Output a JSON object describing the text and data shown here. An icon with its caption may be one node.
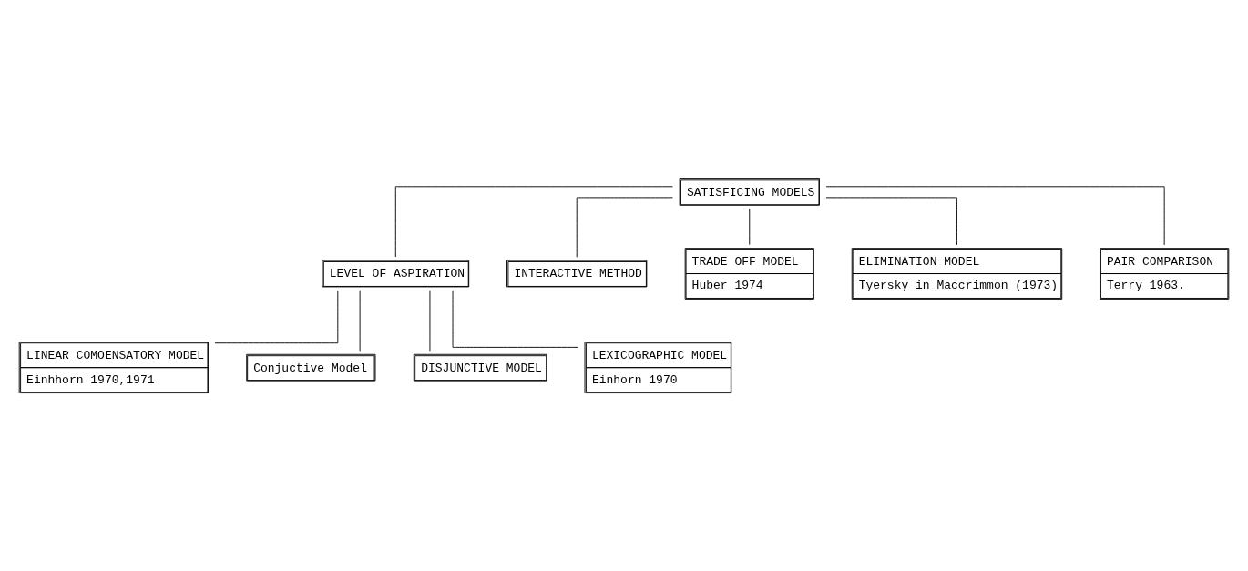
{
  "diagram": {
    "nodes": [
      {
        "text": [
          "SATISFICING MODELS"
        ]
      },
      {
        "text": [
          "LEVEL OF ASPIRATION"
        ]
      },
      {
        "text": [
          "INTERACTIVE METHOD"
        ]
      },
      {
        "text": [
          "TRADE OFF MODEL",
          "Huber 1974"
        ]
      },
      {
        "text": [
          "ELIMINATION MODEL",
          "Tyersky in Maccrimmon (1973)"
        ]
      },
      {
        "text": [
          "PAIR COMPARISON",
          "Terry 1963."
        ]
      },
      {
        "text": [
          "LINEAR COMOENSATORY MODEL",
          "Einhhorn 1970,1971"
        ]
      },
      {
        "text": [
          "Conjuctive Model"
        ]
      },
      {
        "text": [
          "DISJUNCTIVE MODEL"
        ]
      },
      {
        "text": [
          "LEXICOGRAPHIC MODEL",
          "Einhorn 1970"
        ]
      }
    ],
    "edges": [
      {
        "from": 0,
        "to": 1,
        "arrow": "none"
      },
      {
        "from": 0,
        "to": 2,
        "arrow": "none"
      },
      {
        "from": 0,
        "to": 3,
        "arrow": "none"
      },
      {
        "from": 0,
        "to": 4,
        "arrow": "none"
      },
      {
        "from": 0,
        "to": 5,
        "arrow": "none"
      },
      {
        "from": 1,
        "to": 6,
        "arrow": "none"
      },
      {
        "from": 1,
        "to": 7,
        "arrow": "none"
      },
      {
        "from": 1,
        "to": 8,
        "arrow": "none"
      },
      {
        "from": 1,
        "to": 9,
        "arrow": "none"
      }
    ]
  }
}
